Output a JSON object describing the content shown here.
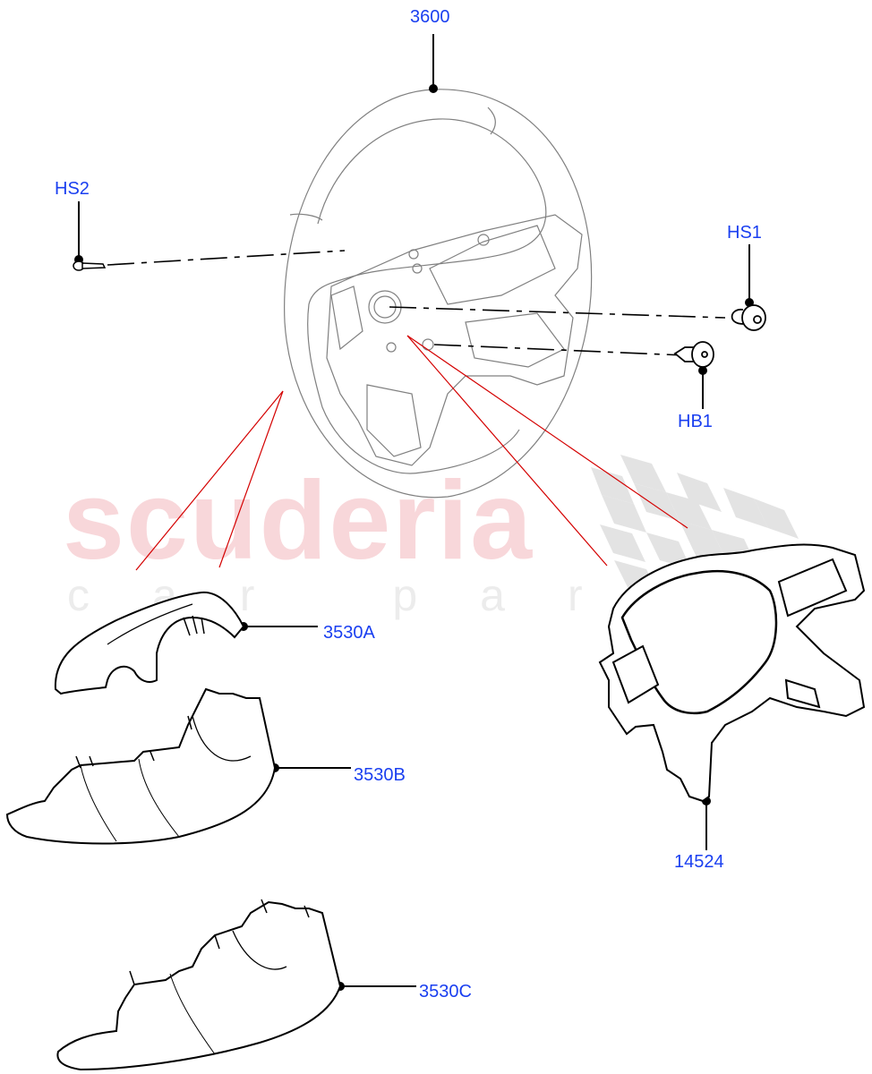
{
  "watermark": {
    "main": "scuderia",
    "sub": "car parts",
    "main_color": "#f8d7da",
    "sub_color": "#ececec",
    "flag_color": "#e0e0e0"
  },
  "colors": {
    "label": "#1a3ff0",
    "leader": "#000000",
    "guide_line": "#d40000",
    "part_outline": "#000000",
    "wheel_outline": "#808080"
  },
  "callouts": [
    {
      "id": "3600",
      "label": "3600",
      "part": "steering-wheel"
    },
    {
      "id": "HS2",
      "label": "HS2",
      "part": "screw-left"
    },
    {
      "id": "HS1",
      "label": "HS1",
      "part": "screw-right"
    },
    {
      "id": "HB1",
      "label": "HB1",
      "part": "bolt-right"
    },
    {
      "id": "3530A",
      "label": "3530A",
      "part": "column-shroud-upper"
    },
    {
      "id": "3530B",
      "label": "3530B",
      "part": "column-shroud-lower"
    },
    {
      "id": "3530C",
      "label": "3530C",
      "part": "column-shroud-lower-alt"
    },
    {
      "id": "14524",
      "label": "14524",
      "part": "steering-wheel-bezel"
    }
  ]
}
